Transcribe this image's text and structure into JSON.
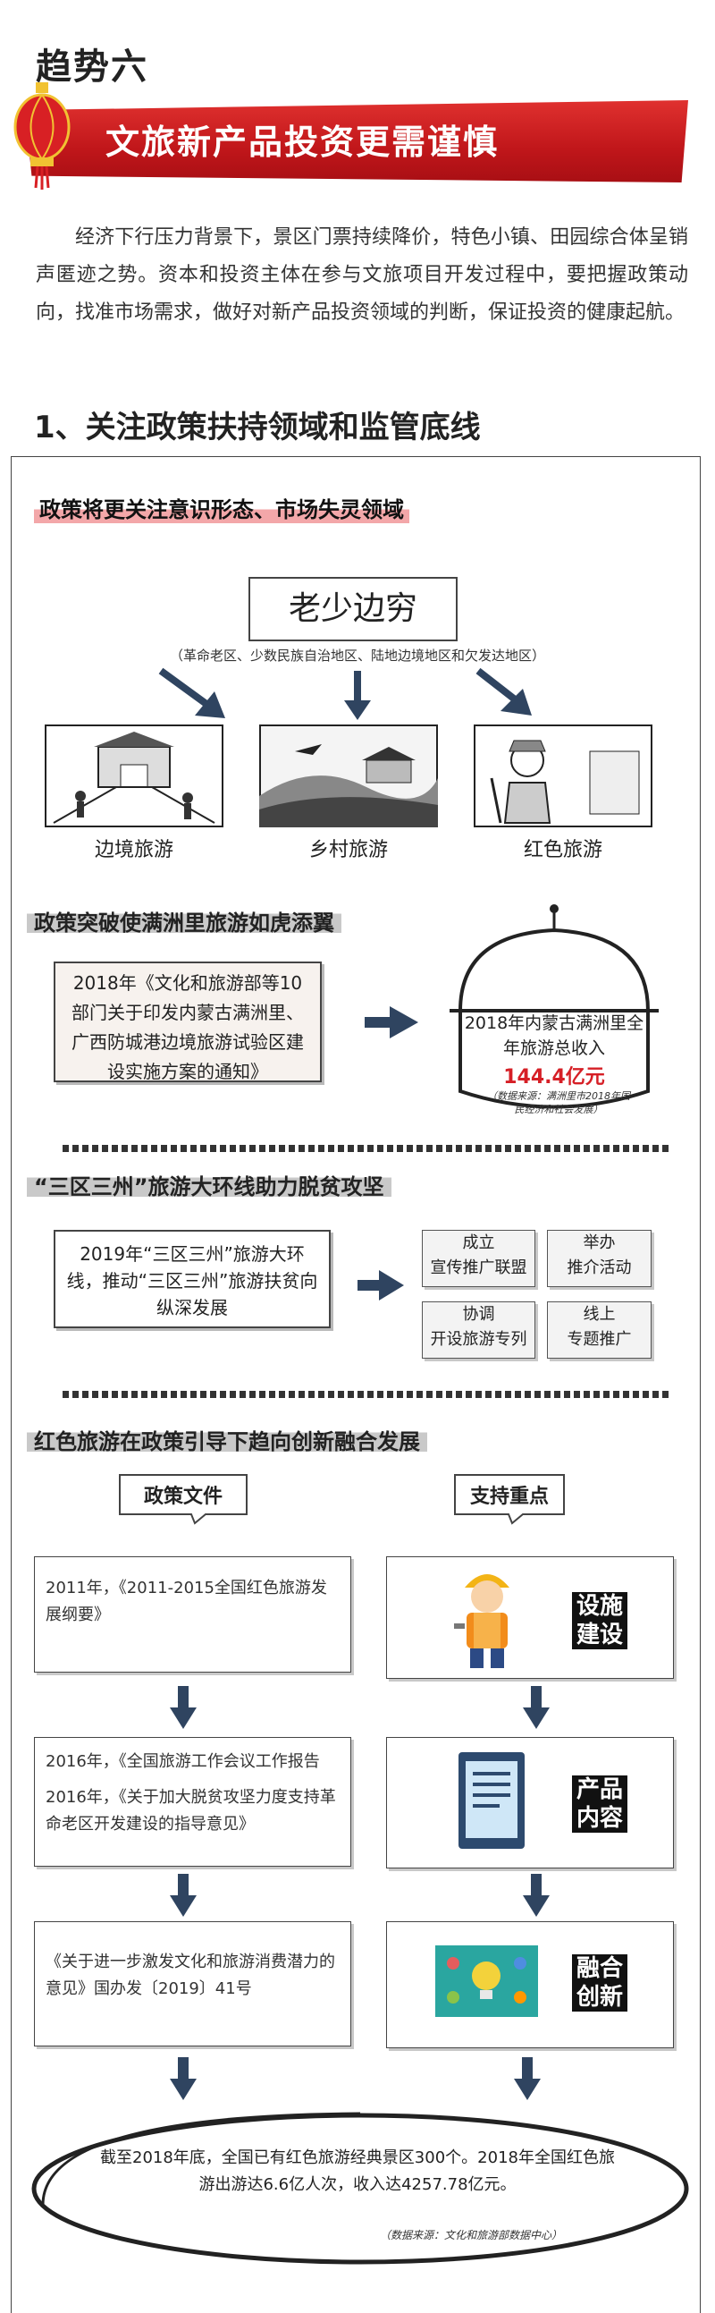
{
  "trend": {
    "title": "趋势六",
    "banner": "文旅新产品投资更需谨慎"
  },
  "intro": "经济下行压力背景下，景区门票持续降价，特色小镇、田园综合体呈销声匿迹之势。资本和投资主体在参与文旅项目开发过程中，要把握政策动向，找准市场需求，做好对新产品投资领域的判断，保证投资的健康起航。",
  "section1": {
    "title": "1、关注政策扶持领域和监管底线"
  },
  "policy_focus": {
    "heading": "政策将更关注意识形态、市场失灵领域",
    "main": "老少边穷",
    "sub": "（革命老区、少数民族自治地区、陆地边境地区和欠发达地区）",
    "types": [
      "边境旅游",
      "乡村旅游",
      "红色旅游"
    ]
  },
  "manzhouli": {
    "heading": "政策突破使满洲里旅游如虎添翼",
    "notice": "2018年《文化和旅游部等10部门关于印发内蒙古满洲里、广西防城港边境旅游试验区建设实施方案的通知》",
    "income_label": "2018年内蒙古满洲里全年旅游总收入",
    "income_value": "144.4亿元",
    "source": "（数据来源：满洲里市2018年国民经济和社会发展）"
  },
  "sanqu": {
    "heading": "“三区三州”旅游大环线助力脱贫攻坚",
    "desc": "2019年“三区三州”旅游大环线，推动“三区三州”旅游扶贫向纵深发展",
    "actions": [
      {
        "line1": "成立",
        "line2": "宣传推广联盟"
      },
      {
        "line1": "举办",
        "line2": "推介活动"
      },
      {
        "line1": "协调",
        "line2": "开设旅游专列"
      },
      {
        "line1": "线上",
        "line2": "专题推广"
      }
    ]
  },
  "red": {
    "heading": "红色旅游在政策引导下趋向创新融合发展",
    "col_left": "政策文件",
    "col_right": "支持重点",
    "docs": [
      {
        "lines": [
          "2011年，《2011-2015全国红色旅游发展纲要》"
        ]
      },
      {
        "lines": [
          "2016年，《全国旅游工作会议工作报告",
          "2016年，《关于加大脱贫攻坚力度支持革命老区开发建设的指导意见》"
        ]
      },
      {
        "lines": [
          "《关于进一步激发文化和旅游消费潜力的意见》国办发〔2019〕41号"
        ]
      }
    ],
    "focus": [
      {
        "label": "设施建设",
        "icon": "worker-icon"
      },
      {
        "label": "产品内容",
        "icon": "document-icon"
      },
      {
        "label": "融合创新",
        "icon": "innovation-icon"
      }
    ],
    "summary": "截至2018年底，全国已有红色旅游经典景区300个。2018年全国红色旅游出游达6.6亿人次，收入达4257.78亿元。",
    "source": "（数据来源：文化和旅游部数据中心）"
  },
  "colors": {
    "banner_red": "#c0161a",
    "highlight_red": "#d61f26",
    "arrow_navy": "#2f4460"
  }
}
